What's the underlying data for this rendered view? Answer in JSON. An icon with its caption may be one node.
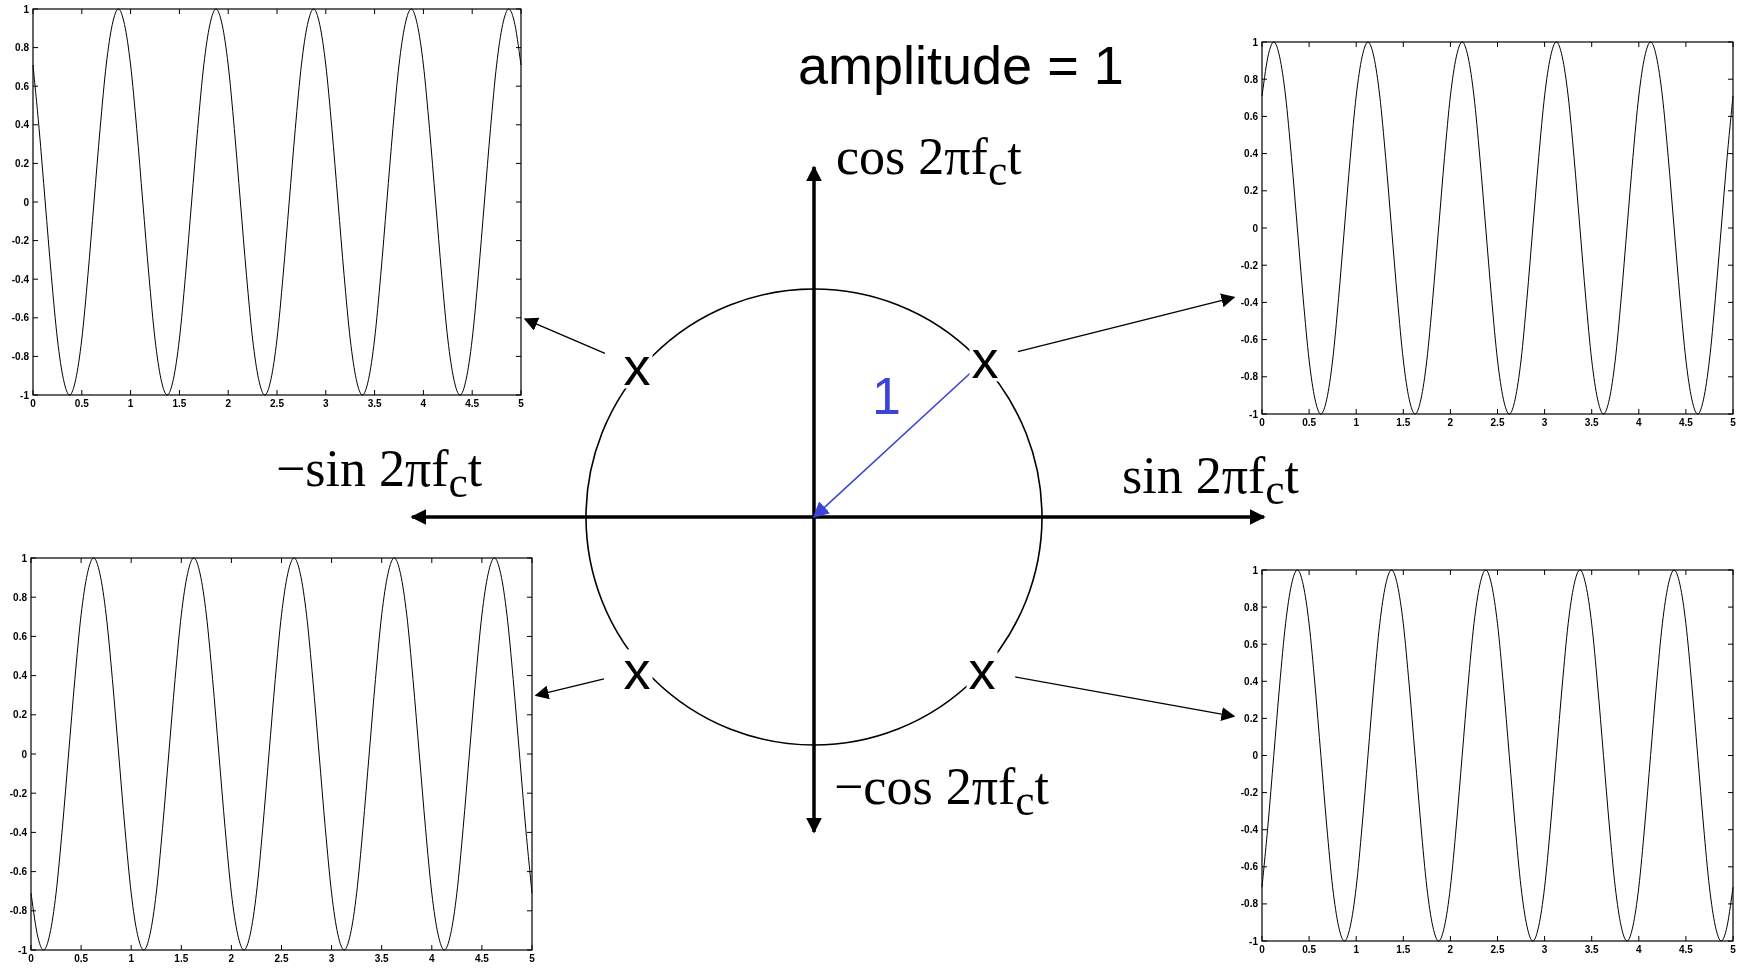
{
  "diagram": {
    "nodes": [
      {
        "text": [],
        "shape": "box"
      },
      {
        "text": [],
        "shape": "box"
      },
      {
        "text": [],
        "shape": "box"
      },
      {
        "text": [],
        "shape": "box"
      },
      {
        "text": [
          "x"
        ]
      },
      {
        "text": [
          "x"
        ]
      },
      {
        "text": [
          "x"
        ]
      },
      {
        "text": [
          "x"
        ]
      }
    ],
    "edges": [
      {
        "from": 4,
        "to": 0,
        "arrow": "to"
      },
      {
        "from": 5,
        "to": 1,
        "arrow": "to"
      },
      {
        "from": 6,
        "to": 2,
        "arrow": "to"
      },
      {
        "from": 7,
        "to": 3,
        "arrow": "to"
      }
    ],
    "labels": [
      "amplitude = 1",
      "cos 2πf$_{c}$t",
      "1",
      "−sin 2πf$_{c}$t",
      "sin 2πf$_{c}$t",
      "−cos 2πf$_{c}$t"
    ],
    "chart_data": [
      {
        "type": "line",
        "x": [
          0,
          0.0625,
          0.125,
          0.1875,
          0.25,
          0.3125,
          0.375,
          0.4375,
          0.5,
          0.5625,
          0.625,
          0.6875,
          0.75,
          0.8125,
          0.875,
          0.9375,
          1,
          1.0625,
          1.125,
          1.1875,
          1.25,
          1.3125,
          1.375,
          1.4375,
          1.5,
          1.5625,
          1.625,
          1.6875,
          1.75,
          1.8125,
          1.875,
          1.9375,
          2,
          2.0625,
          2.125,
          2.1875,
          2.25,
          2.3125,
          2.375,
          2.4375,
          2.5,
          2.5625,
          2.625,
          2.6875,
          2.75,
          2.8125,
          2.875,
          2.9375,
          3,
          3.0625,
          3.125,
          3.1875,
          3.25,
          3.3125,
          3.375,
          3.4375,
          3.5,
          3.5625,
          3.625,
          3.6875,
          3.75,
          3.8125,
          3.875,
          3.9375,
          4,
          4.0625,
          4.125,
          4.1875,
          4.25,
          4.3125,
          4.375,
          4.4375,
          4.5,
          4.5625,
          4.625,
          4.6875,
          4.75,
          4.8125,
          4.875,
          4.9375,
          5
        ],
        "xlim": [
          0,
          5
        ],
        "ylim": [
          -1,
          1
        ],
        "xticks": [
          0,
          0.5,
          1,
          1.5,
          2,
          2.5,
          3,
          3.5,
          4,
          4.5,
          5
        ],
        "yticks": [
          -1,
          -0.8,
          -0.6,
          -0.4,
          -0.2,
          0,
          0.2,
          0.4,
          0.6,
          0.8,
          1
        ],
        "series": [
          {
            "color": "#000000",
            "values": [
              0.71,
              0.38,
              0,
              -0.38,
              -0.71,
              -0.92,
              -1,
              -0.92,
              -0.71,
              -0.38,
              0,
              0.38,
              0.71,
              0.92,
              1,
              0.92,
              0.71,
              0.38,
              0,
              -0.38,
              -0.71,
              -0.92,
              -1,
              -0.92,
              -0.71,
              -0.38,
              0,
              0.38,
              0.71,
              0.92,
              1,
              0.92,
              0.71,
              0.38,
              0,
              -0.38,
              -0.71,
              -0.92,
              -1,
              -0.92,
              -0.71,
              -0.38,
              0,
              0.38,
              0.71,
              0.92,
              1,
              0.92,
              0.71,
              0.38,
              0,
              -0.38,
              -0.71,
              -0.92,
              -1,
              -0.92,
              -0.71,
              -0.38,
              0,
              0.38,
              0.71,
              0.92,
              1,
              0.92,
              0.71,
              0.38,
              0,
              -0.38,
              -0.71,
              -0.92,
              -1,
              -0.92,
              -0.71,
              -0.38,
              0,
              0.38,
              0.71,
              0.92,
              1,
              0.92,
              0.71
            ]
          }
        ]
      },
      {
        "type": "line",
        "x": [
          0,
          0.0625,
          0.125,
          0.1875,
          0.25,
          0.3125,
          0.375,
          0.4375,
          0.5,
          0.5625,
          0.625,
          0.6875,
          0.75,
          0.8125,
          0.875,
          0.9375,
          1,
          1.0625,
          1.125,
          1.1875,
          1.25,
          1.3125,
          1.375,
          1.4375,
          1.5,
          1.5625,
          1.625,
          1.6875,
          1.75,
          1.8125,
          1.875,
          1.9375,
          2,
          2.0625,
          2.125,
          2.1875,
          2.25,
          2.3125,
          2.375,
          2.4375,
          2.5,
          2.5625,
          2.625,
          2.6875,
          2.75,
          2.8125,
          2.875,
          2.9375,
          3,
          3.0625,
          3.125,
          3.1875,
          3.25,
          3.3125,
          3.375,
          3.4375,
          3.5,
          3.5625,
          3.625,
          3.6875,
          3.75,
          3.8125,
          3.875,
          3.9375,
          4,
          4.0625,
          4.125,
          4.1875,
          4.25,
          4.3125,
          4.375,
          4.4375,
          4.5,
          4.5625,
          4.625,
          4.6875,
          4.75,
          4.8125,
          4.875,
          4.9375,
          5
        ],
        "xlim": [
          0,
          5
        ],
        "ylim": [
          -1,
          1
        ],
        "xticks": [
          0,
          0.5,
          1,
          1.5,
          2,
          2.5,
          3,
          3.5,
          4,
          4.5,
          5
        ],
        "yticks": [
          -1,
          -0.8,
          -0.6,
          -0.4,
          -0.2,
          0,
          0.2,
          0.4,
          0.6,
          0.8,
          1
        ],
        "series": [
          {
            "color": "#000000",
            "values": [
              0.71,
              0.92,
              1,
              0.92,
              0.71,
              0.38,
              0,
              -0.38,
              -0.71,
              -0.92,
              -1,
              -0.92,
              -0.71,
              -0.38,
              0,
              0.38,
              0.71,
              0.92,
              1,
              0.92,
              0.71,
              0.38,
              0,
              -0.38,
              -0.71,
              -0.92,
              -1,
              -0.92,
              -0.71,
              -0.38,
              0,
              0.38,
              0.71,
              0.92,
              1,
              0.92,
              0.71,
              0.38,
              0,
              -0.38,
              -0.71,
              -0.92,
              -1,
              -0.92,
              -0.71,
              -0.38,
              0,
              0.38,
              0.71,
              0.92,
              1,
              0.92,
              0.71,
              0.38,
              0,
              -0.38,
              -0.71,
              -0.92,
              -1,
              -0.92,
              -0.71,
              -0.38,
              0,
              0.38,
              0.71,
              0.92,
              1,
              0.92,
              0.71,
              0.38,
              0,
              -0.38,
              -0.71,
              -0.92,
              -1,
              -0.92,
              -0.71,
              -0.38,
              0,
              0.38,
              0.71
            ]
          }
        ]
      },
      {
        "type": "line",
        "x": [
          0,
          0.0625,
          0.125,
          0.1875,
          0.25,
          0.3125,
          0.375,
          0.4375,
          0.5,
          0.5625,
          0.625,
          0.6875,
          0.75,
          0.8125,
          0.875,
          0.9375,
          1,
          1.0625,
          1.125,
          1.1875,
          1.25,
          1.3125,
          1.375,
          1.4375,
          1.5,
          1.5625,
          1.625,
          1.6875,
          1.75,
          1.8125,
          1.875,
          1.9375,
          2,
          2.0625,
          2.125,
          2.1875,
          2.25,
          2.3125,
          2.375,
          2.4375,
          2.5,
          2.5625,
          2.625,
          2.6875,
          2.75,
          2.8125,
          2.875,
          2.9375,
          3,
          3.0625,
          3.125,
          3.1875,
          3.25,
          3.3125,
          3.375,
          3.4375,
          3.5,
          3.5625,
          3.625,
          3.6875,
          3.75,
          3.8125,
          3.875,
          3.9375,
          4,
          4.0625,
          4.125,
          4.1875,
          4.25,
          4.3125,
          4.375,
          4.4375,
          4.5,
          4.5625,
          4.625,
          4.6875,
          4.75,
          4.8125,
          4.875,
          4.9375,
          5
        ],
        "xlim": [
          0,
          5
        ],
        "ylim": [
          -1,
          1
        ],
        "xticks": [
          0,
          0.5,
          1,
          1.5,
          2,
          2.5,
          3,
          3.5,
          4,
          4.5,
          5
        ],
        "yticks": [
          -1,
          -0.8,
          -0.6,
          -0.4,
          -0.2,
          0,
          0.2,
          0.4,
          0.6,
          0.8,
          1
        ],
        "series": [
          {
            "color": "#000000",
            "values": [
              -0.71,
              -0.92,
              -1,
              -0.92,
              -0.71,
              -0.38,
              0,
              0.38,
              0.71,
              0.92,
              1,
              0.92,
              0.71,
              0.38,
              0,
              -0.38,
              -0.71,
              -0.92,
              -1,
              -0.92,
              -0.71,
              -0.38,
              0,
              0.38,
              0.71,
              0.92,
              1,
              0.92,
              0.71,
              0.38,
              0,
              -0.38,
              -0.71,
              -0.92,
              -1,
              -0.92,
              -0.71,
              -0.38,
              0,
              0.38,
              0.71,
              0.92,
              1,
              0.92,
              0.71,
              0.38,
              0,
              -0.38,
              -0.71,
              -0.92,
              -1,
              -0.92,
              -0.71,
              -0.38,
              0,
              0.38,
              0.71,
              0.92,
              1,
              0.92,
              0.71,
              0.38,
              0,
              -0.38,
              -0.71,
              -0.92,
              -1,
              -0.92,
              -0.71,
              -0.38,
              0,
              0.38,
              0.71,
              0.92,
              1,
              0.92,
              0.71,
              0.38,
              0,
              -0.38,
              -0.71
            ]
          }
        ]
      },
      {
        "type": "line",
        "x": [
          0,
          0.0625,
          0.125,
          0.1875,
          0.25,
          0.3125,
          0.375,
          0.4375,
          0.5,
          0.5625,
          0.625,
          0.6875,
          0.75,
          0.8125,
          0.875,
          0.9375,
          1,
          1.0625,
          1.125,
          1.1875,
          1.25,
          1.3125,
          1.375,
          1.4375,
          1.5,
          1.5625,
          1.625,
          1.6875,
          1.75,
          1.8125,
          1.875,
          1.9375,
          2,
          2.0625,
          2.125,
          2.1875,
          2.25,
          2.3125,
          2.375,
          2.4375,
          2.5,
          2.5625,
          2.625,
          2.6875,
          2.75,
          2.8125,
          2.875,
          2.9375,
          3,
          3.0625,
          3.125,
          3.1875,
          3.25,
          3.3125,
          3.375,
          3.4375,
          3.5,
          3.5625,
          3.625,
          3.6875,
          3.75,
          3.8125,
          3.875,
          3.9375,
          4,
          4.0625,
          4.125,
          4.1875,
          4.25,
          4.3125,
          4.375,
          4.4375,
          4.5,
          4.5625,
          4.625,
          4.6875,
          4.75,
          4.8125,
          4.875,
          4.9375,
          5
        ],
        "xlim": [
          0,
          5
        ],
        "ylim": [
          -1,
          1
        ],
        "xticks": [
          0,
          0.5,
          1,
          1.5,
          2,
          2.5,
          3,
          3.5,
          4,
          4.5,
          5
        ],
        "yticks": [
          -1,
          -0.8,
          -0.6,
          -0.4,
          -0.2,
          0,
          0.2,
          0.4,
          0.6,
          0.8,
          1
        ],
        "series": [
          {
            "color": "#000000",
            "values": [
              -0.71,
              -0.38,
              0,
              0.38,
              0.71,
              0.92,
              1,
              0.92,
              0.71,
              0.38,
              0,
              -0.38,
              -0.71,
              -0.92,
              -1,
              -0.92,
              -0.71,
              -0.38,
              0,
              0.38,
              0.71,
              0.92,
              1,
              0.92,
              0.71,
              0.38,
              0,
              -0.38,
              -0.71,
              -0.92,
              -1,
              -0.92,
              -0.71,
              -0.38,
              0,
              0.38,
              0.71,
              0.92,
              1,
              0.92,
              0.71,
              0.38,
              0,
              -0.38,
              -0.71,
              -0.92,
              -1,
              -0.92,
              -0.71,
              -0.38,
              0,
              0.38,
              0.71,
              0.92,
              1,
              0.92,
              0.71,
              0.38,
              0,
              -0.38,
              -0.71,
              -0.92,
              -1,
              -0.92,
              -0.71,
              -0.38,
              0,
              0.38,
              0.71,
              0.92,
              1,
              0.92,
              0.71,
              0.38,
              0,
              -0.38,
              -0.71,
              -0.92,
              -1,
              -0.92,
              -0.71
            ]
          }
        ]
      }
    ]
  }
}
